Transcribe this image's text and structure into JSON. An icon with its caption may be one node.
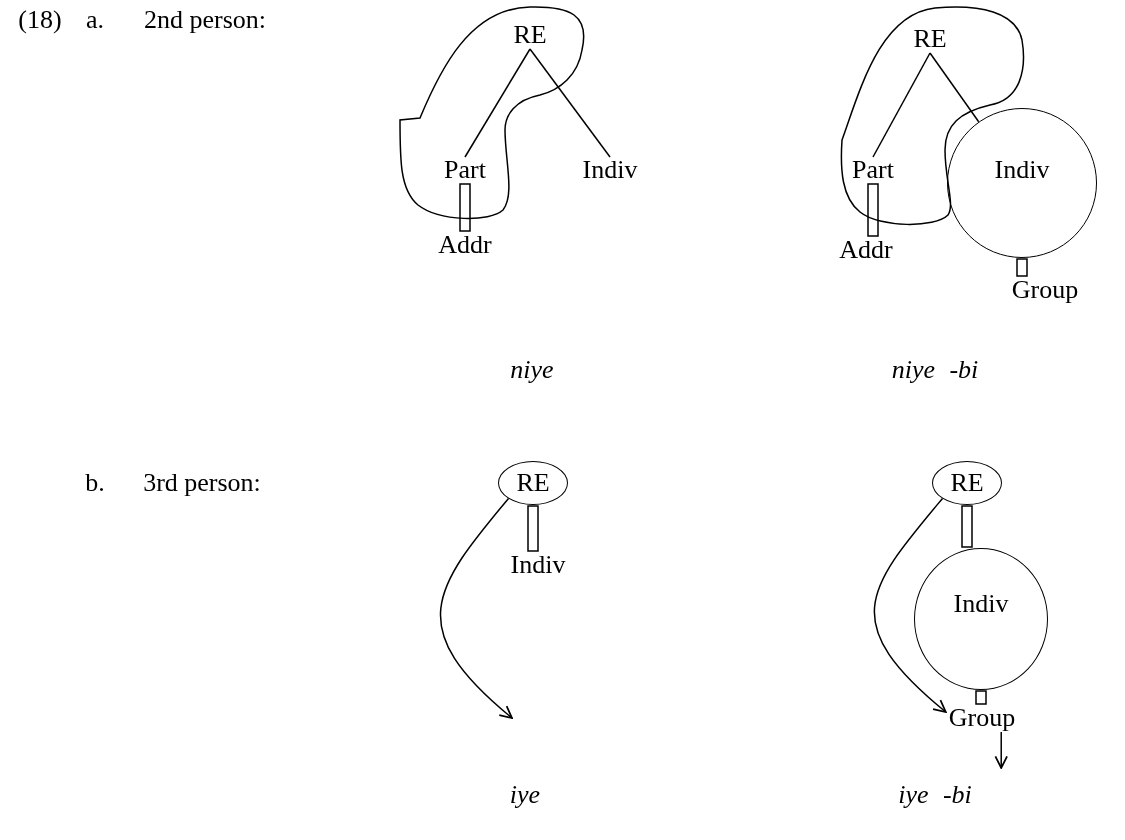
{
  "diagram": {
    "nodes": [
      {
        "text": [],
        "shape": "blob"
      },
      {
        "text": [
          "RE"
        ],
        "in": 0
      },
      {
        "text": [
          "Part"
        ],
        "in": 0
      },
      {
        "text": [
          "Indiv"
        ]
      },
      {
        "text": [
          "Addr"
        ]
      },
      {
        "text": [],
        "shape": "blob"
      },
      {
        "text": [
          "RE"
        ],
        "in": 5
      },
      {
        "text": [
          "Part"
        ],
        "in": 5
      },
      {
        "text": [
          "Indiv"
        ]
      },
      {
        "text": [
          "Addr"
        ]
      },
      {
        "text": [
          "Group"
        ]
      },
      {
        "text": [
          "RE"
        ]
      },
      {
        "text": [
          "Indiv"
        ]
      },
      {
        "text": [
          "RE"
        ]
      },
      {
        "text": [
          "Indiv"
        ]
      },
      {
        "text": [
          "Group"
        ]
      }
    ],
    "edges": [
      {
        "from": 1,
        "to": 2,
        "arrow": "none"
      },
      {
        "from": 1,
        "to": 3,
        "arrow": "none"
      },
      {
        "from": 2,
        "to": 4,
        "arrow": "none"
      },
      {
        "from": 6,
        "to": 7,
        "arrow": "none"
      },
      {
        "from": 6,
        "to": 8,
        "arrow": "none"
      },
      {
        "from": 7,
        "to": 9,
        "arrow": "none"
      },
      {
        "from": 8,
        "to": 10,
        "arrow": "none"
      },
      {
        "from": 11,
        "to": 12,
        "arrow": "none"
      },
      {
        "from": 11,
        "to": null,
        "arrow": "to"
      },
      {
        "from": 13,
        "to": 14,
        "arrow": "none"
      },
      {
        "from": 14,
        "to": 15,
        "arrow": "none"
      },
      {
        "from": 13,
        "to": 15,
        "arrow": "to"
      },
      {
        "from": 15,
        "to": null,
        "arrow": "to"
      }
    ],
    "labels": [
      "(18)",
      "a.",
      "2nd person:",
      "niye",
      "niye -bi",
      "b.",
      "3rd person:",
      "iye",
      "iye -bi"
    ]
  }
}
